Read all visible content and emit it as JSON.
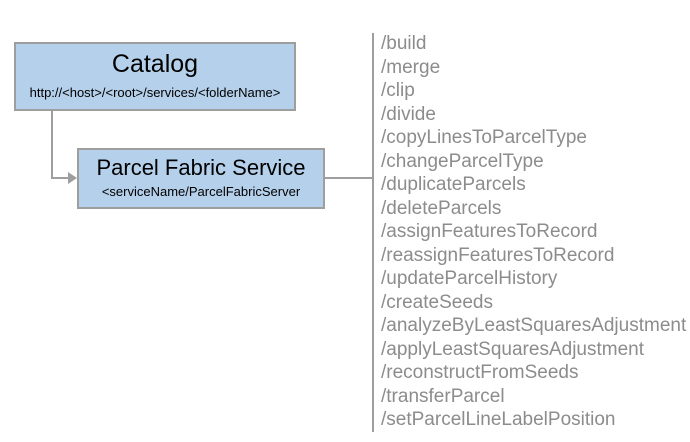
{
  "diagram": {
    "title": "Parcel Fabric Service endpoint diagram",
    "colors": {
      "node_fill": "#b4d0ea",
      "node_border": "#9e9e9e",
      "connector": "#9e9e9e",
      "operation_text": "#8c8c8c",
      "background": "#ffffff",
      "node_text": "#000000"
    }
  },
  "nodes": {
    "catalog": {
      "title": "Catalog",
      "subtitle": "http://<host>/<root>/services/<folderName>"
    },
    "service": {
      "title": "Parcel Fabric Service",
      "subtitle": "<serviceName/ParcelFabricServer"
    }
  },
  "operations": [
    "/build",
    "/merge",
    "/clip",
    "/divide",
    "/copyLinesToParcelType",
    "/changeParcelType",
    "/duplicateParcels",
    "/deleteParcels",
    "/assignFeaturesToRecord",
    "/reassignFeaturesToRecord",
    "/updateParcelHistory",
    "/createSeeds",
    "/analyzeByLeastSquaresAdjustment",
    "/applyLeastSquaresAdjustment",
    "/reconstructFromSeeds",
    "/transferParcel",
    "/setParcelLineLabelPosition"
  ]
}
